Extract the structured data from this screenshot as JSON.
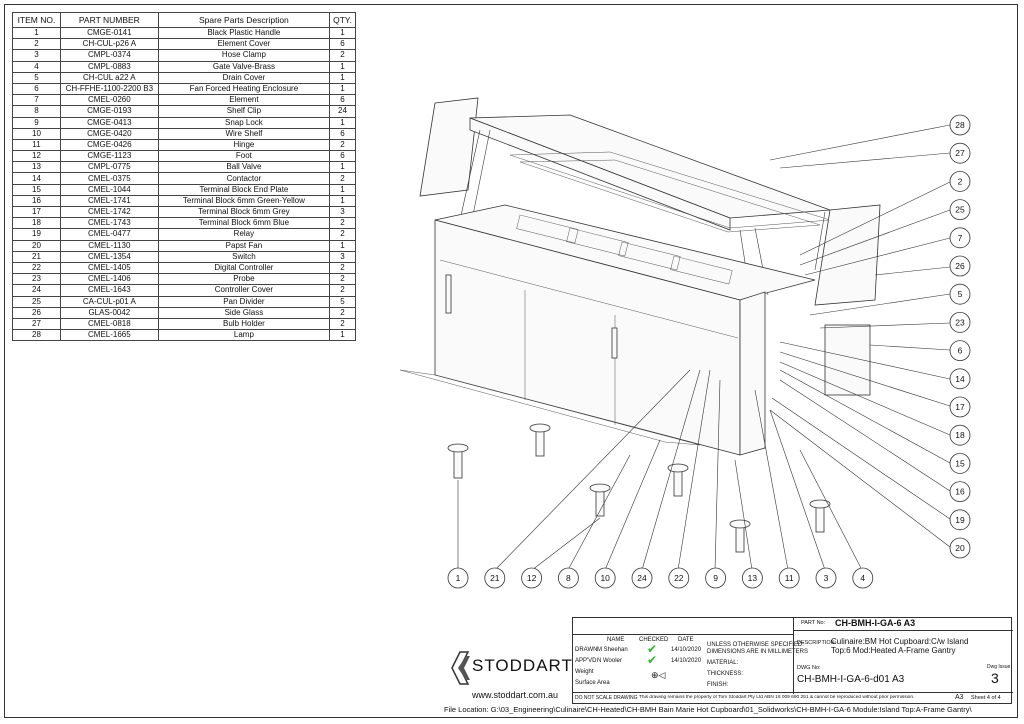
{
  "bom": {
    "headers": [
      "ITEM NO.",
      "PART NUMBER",
      "Spare Parts Description",
      "QTY."
    ],
    "rows": [
      [
        "1",
        "CMGE-0141",
        "Black Plastic Handle",
        "1"
      ],
      [
        "2",
        "CH-CUL-p26 A",
        "Element Cover",
        "6"
      ],
      [
        "3",
        "CMPL-0374",
        "Hose Clamp",
        "2"
      ],
      [
        "4",
        "CMPL-0883",
        "Gate Valve-Brass",
        "1"
      ],
      [
        "5",
        "CH-CUL a22 A",
        "Drain Cover",
        "1"
      ],
      [
        "6",
        "CH-FFHE-1100-2200 B3",
        "Fan Forced Heating Enclosure",
        "1"
      ],
      [
        "7",
        "CMEL-0260",
        "Element",
        "6"
      ],
      [
        "8",
        "CMGE-0193",
        "Shelf Clip",
        "24"
      ],
      [
        "9",
        "CMGE-0413",
        "Snap Lock",
        "1"
      ],
      [
        "10",
        "CMGE-0420",
        "Wire Shelf",
        "6"
      ],
      [
        "11",
        "CMGE-0426",
        "Hinge",
        "2"
      ],
      [
        "12",
        "CMGE-1123",
        "Foot",
        "6"
      ],
      [
        "13",
        "CMPL-0775",
        "Ball Valve",
        "1"
      ],
      [
        "14",
        "CMEL-0375",
        "Contactor",
        "2"
      ],
      [
        "15",
        "CMEL-1044",
        "Terminal Block End Plate",
        "1"
      ],
      [
        "16",
        "CMEL-1741",
        "Terminal Block 6mm Green-Yellow",
        "1"
      ],
      [
        "17",
        "CMEL-1742",
        "Terminal Block 6mm Grey",
        "3"
      ],
      [
        "18",
        "CMEL-1743",
        "Terminal Block 6mm Blue",
        "2"
      ],
      [
        "19",
        "CMEL-0477",
        "Relay",
        "2"
      ],
      [
        "20",
        "CMEL-1130",
        "Papst Fan",
        "1"
      ],
      [
        "21",
        "CMEL-1354",
        "Switch",
        "3"
      ],
      [
        "22",
        "CMEL-1405",
        "Digital Controller",
        "2"
      ],
      [
        "23",
        "CMEL-1406",
        "Probe",
        "2"
      ],
      [
        "24",
        "CMEL-1643",
        "Controller Cover",
        "2"
      ],
      [
        "25",
        "CA-CUL-p01 A",
        "Pan Divider",
        "5"
      ],
      [
        "26",
        "GLAS-0042",
        "Side Glass",
        "2"
      ],
      [
        "27",
        "CMEL-0818",
        "Bulb Holder",
        "2"
      ],
      [
        "28",
        "CMEL-1665",
        "Lamp",
        "1"
      ]
    ]
  },
  "balloons": {
    "right": [
      "28",
      "27",
      "2",
      "25",
      "7",
      "26",
      "5",
      "23",
      "6",
      "14",
      "17",
      "18",
      "15",
      "16",
      "19",
      "20"
    ],
    "bottom": [
      "1",
      "21",
      "12",
      "8",
      "10",
      "24",
      "22",
      "9",
      "13",
      "11",
      "3",
      "4"
    ]
  },
  "title_block": {
    "part_no_label": "PART No:",
    "part_no": "CH-BMH-I-GA-6 A3",
    "col_name": "NAME",
    "col_checked": "CHECKED",
    "col_date": "DATE",
    "drawn_label": "DRAWN",
    "drawn_name": "M Sheehan",
    "drawn_date": "14/10/2020",
    "appvd_label": "APP'VD",
    "appvd_name": "N Wooler",
    "appvd_date": "14/10/2020",
    "weight_label": "Weight",
    "surface_label": "Surface Area",
    "unless_note": "UNLESS OTHERWISE SPECIFIED:",
    "dims_note": "DIMENSIONS ARE IN MILLIMETERS",
    "material_label": "MATERIAL:",
    "thickness_label": "THICKNESS:",
    "finish_label": "FINISH:",
    "description_label": "DESCRIPTION:",
    "description_line1": "Culinaire:BM Hot Cupboard:C/w Island",
    "description_line2": "Top:6 Mod:Heated A-Frame Gantry",
    "dwg_no_label": "DWG No:",
    "dwg_no": "CH-BMH-I-GA-6-d01 A3",
    "dwg_issue_label": "Dwg Issue",
    "dwg_issue": "3",
    "do_not_scale": "DO NOT SCALE DRAWING",
    "property_note": "This drawing remains the property of Tom Stoddart Pty Ltd ABN 16 009 690 251 & cannot be reproduced without prior permission.",
    "size": "A3",
    "sheet": "Sheet 4 of 4"
  },
  "company": {
    "name": "STODDART",
    "website": "www.stoddart.com.au"
  },
  "file_location": "File Location: G:\\03_Engineering\\Culinaire\\CH-Heated\\CH-BMH Bain Marie Hot Cupboard\\01_Solidworks\\CH-BMH-I-GA-6 Module:Island Top:A-Frame Gantry\\",
  "colors": {
    "check": "#2db52d",
    "line": "#333333"
  }
}
